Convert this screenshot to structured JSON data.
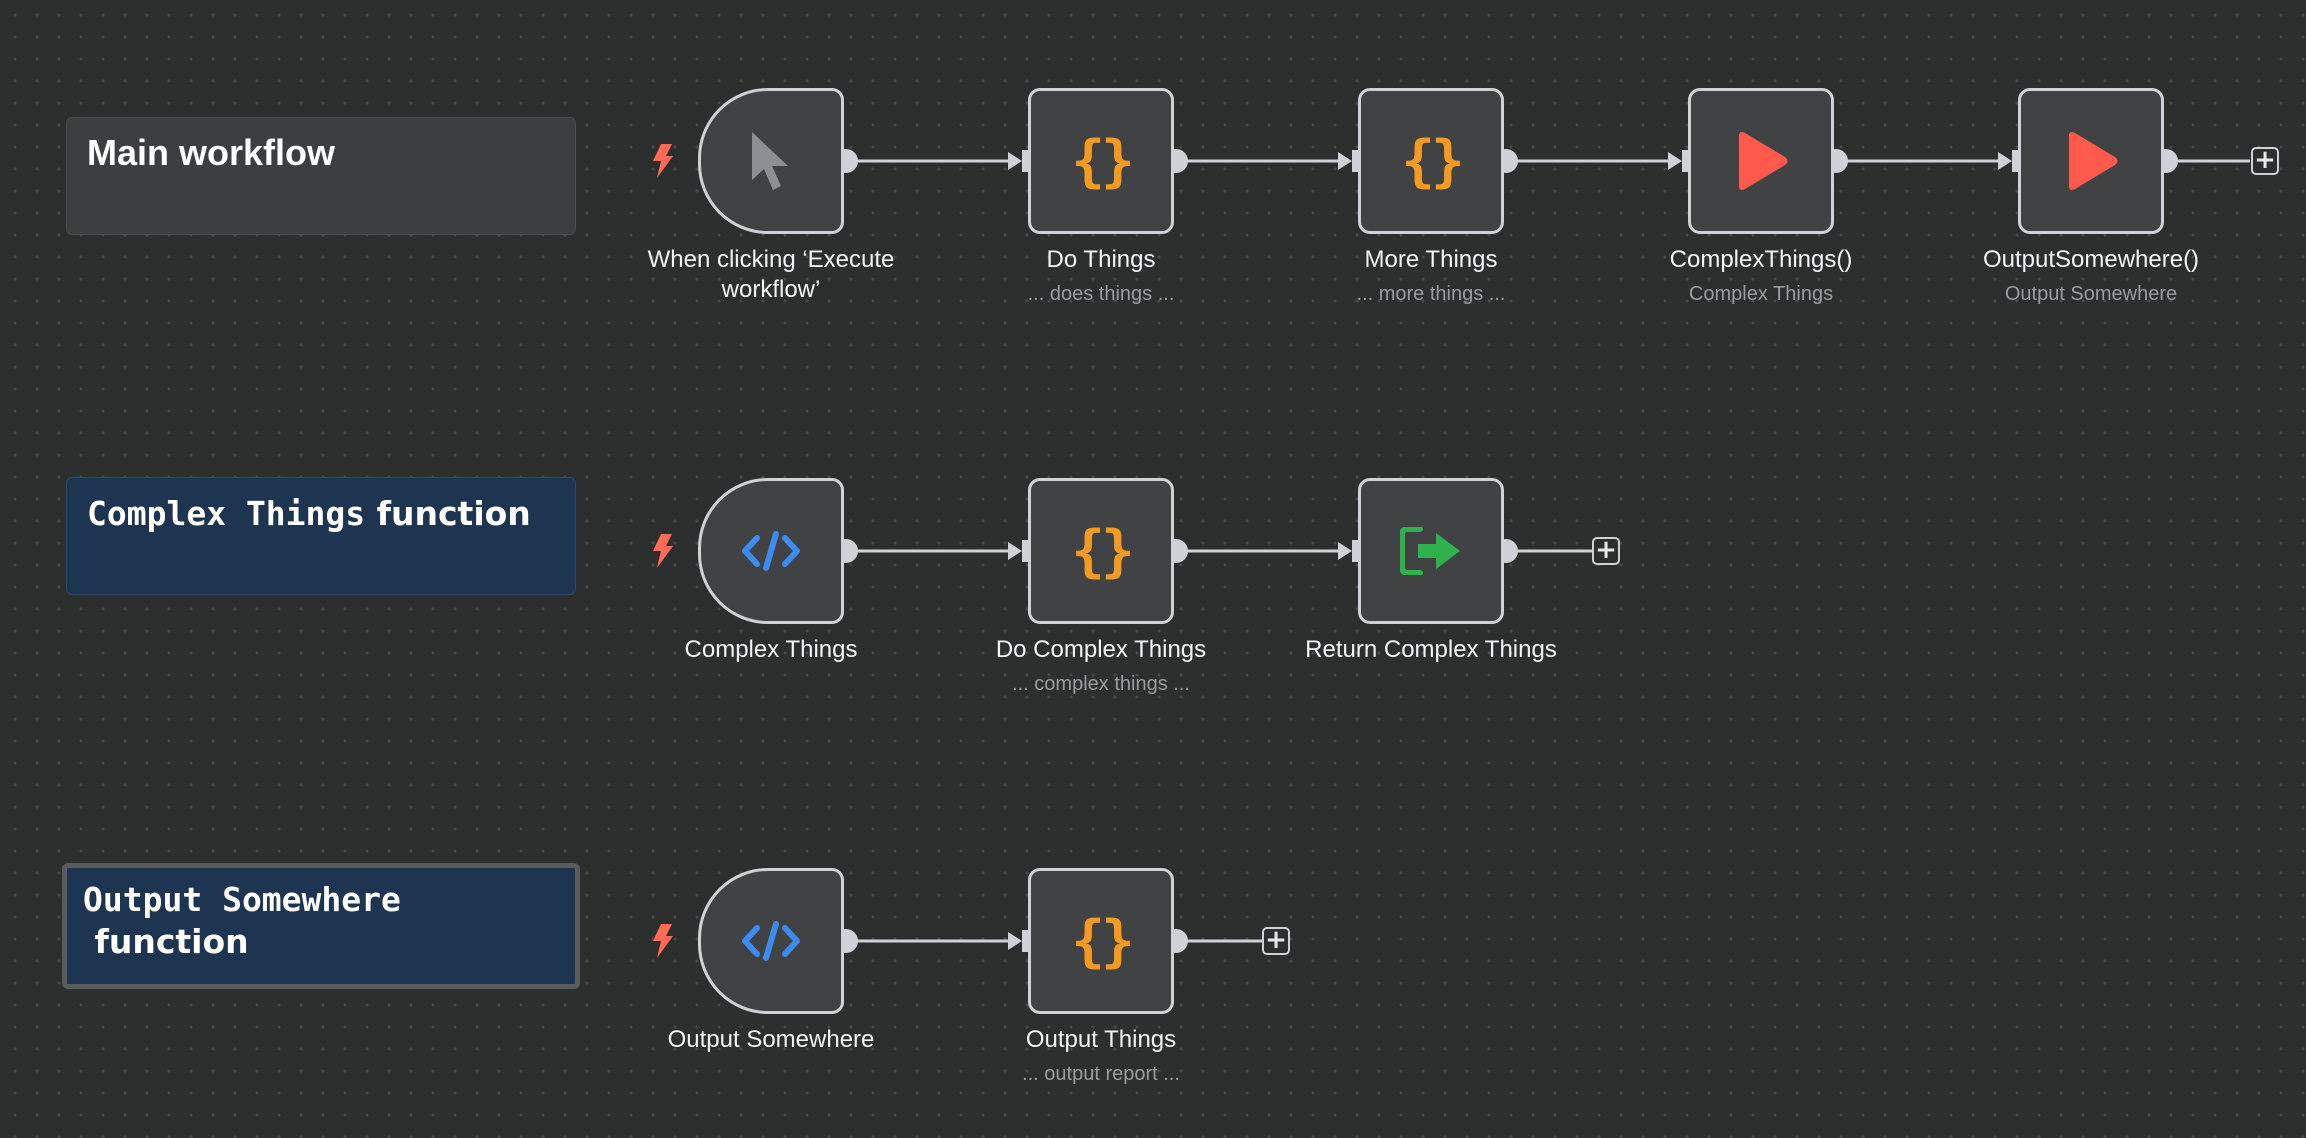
{
  "sticky_notes": {
    "main": {
      "label": "Main workflow"
    },
    "complex": {
      "code": "Complex Things",
      "rest": " function"
    },
    "output": {
      "code": "Output Somewhere",
      "rest": " function"
    }
  },
  "row1": {
    "n1": {
      "label": "When clicking ‘Execute workflow’",
      "icon": "cursor-icon"
    },
    "n2": {
      "label": "Do Things",
      "sub": "... does things ...",
      "icon": "code-braces-icon"
    },
    "n3": {
      "label": "More Things",
      "sub": "... more things ...",
      "icon": "code-braces-icon"
    },
    "n4": {
      "label": "ComplexThings()",
      "sub": "Complex Things",
      "icon": "play-icon"
    },
    "n5": {
      "label": "OutputSomewhere()",
      "sub": "Output Somewhere",
      "icon": "play-icon"
    }
  },
  "row2": {
    "n1": {
      "label": "Complex Things",
      "icon": "code-tag-icon"
    },
    "n2": {
      "label": "Do Complex Things",
      "sub": "... complex things ...",
      "icon": "code-braces-icon"
    },
    "n3": {
      "label": "Return Complex Things",
      "icon": "exit-arrow-icon"
    }
  },
  "row3": {
    "n1": {
      "label": "Output Somewhere",
      "icon": "code-tag-icon"
    },
    "n2": {
      "label": "Output Things",
      "sub": "... output report ...",
      "icon": "code-braces-icon"
    }
  },
  "colors": {
    "background": "#2d2e2e",
    "node_fill": "#414244",
    "node_border": "#cfd1d6",
    "braces_orange": "#f29a22",
    "play_red": "#ff5a4c",
    "code_blue": "#3b8cf0",
    "exit_green": "#2fb24d",
    "trigger_bolt": "#ff6b55",
    "sticky_blue": "#1e3551",
    "sticky_gray": "#3d3e3f"
  },
  "add_button": {
    "symbol": "+"
  }
}
